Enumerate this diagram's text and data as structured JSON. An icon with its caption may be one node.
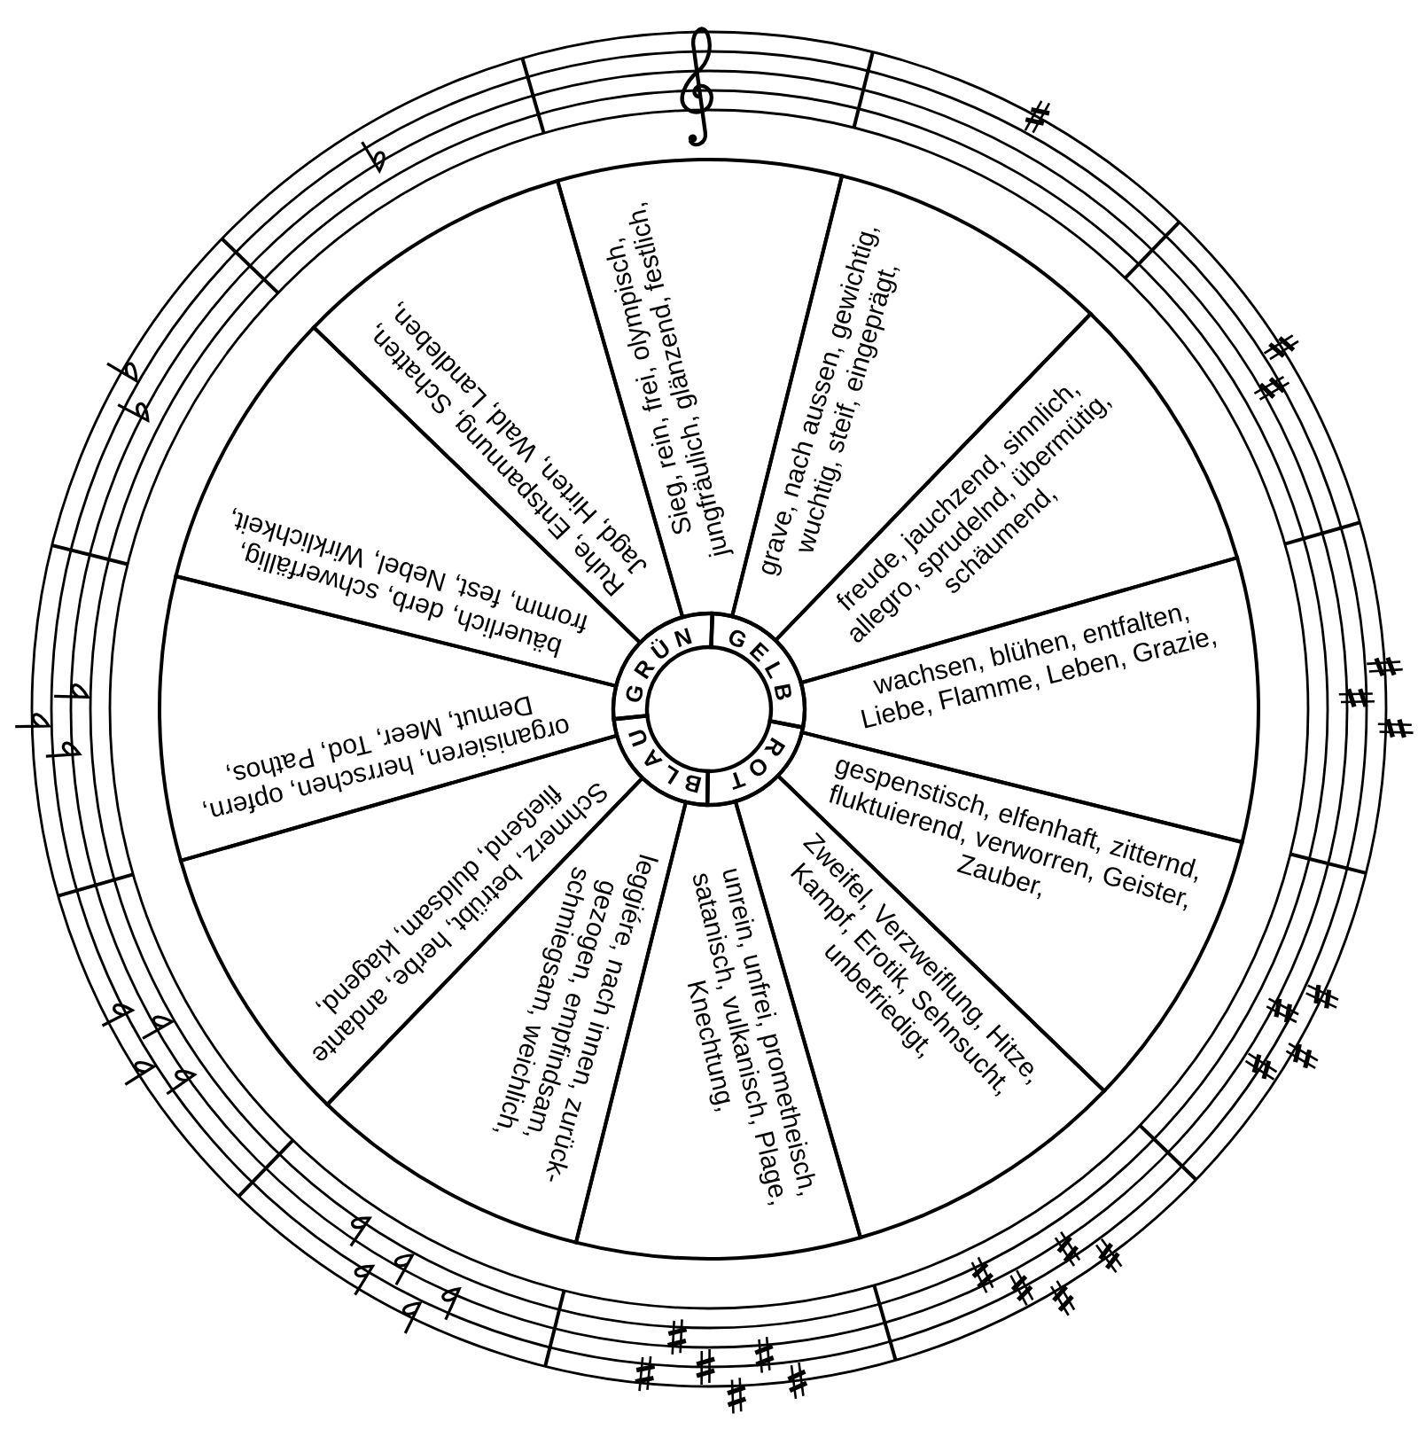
{
  "diagram": {
    "nodes": [
      {
        "text": [
          "Sieg, rein, frei, olympisch, jungfräulich, glänzend, festlich,"
        ]
      },
      {
        "text": [
          "grave, nach aussen, gewichtig, wuchtig, steif, eingeprägt,"
        ]
      },
      {
        "text": [
          "freude, jauchzend, sinnlich, allegro, sprudelnd, übermütig, schäumend,"
        ]
      },
      {
        "text": [
          "wachsen, blühen, entfalten, Liebe, Flamme, Leben, Grazie,"
        ]
      },
      {
        "text": [
          "gespenstisch, elfenhaft, zitternd, fluktuierend, verworren, Geister, Zauber,"
        ]
      },
      {
        "text": [
          "Zweifel, Verzweiflung, Hitze, Kampf, Erotik, Sehnsucht, unbefriedigt,"
        ]
      },
      {
        "text": [
          "unrein, unfrei, prometheisch, satanisch, vulkanisch, Plage, Knechtung,"
        ]
      },
      {
        "text": [
          "leggiére, nach innen, zurück- gezogen, empfindsam, schmiegsam, weichlich,"
        ]
      },
      {
        "text": [
          "Schmerz, betrübt, herbe, andante fließend, duldsam, klagend,"
        ]
      },
      {
        "text": [
          "organisieren, herrschen, opfern, Demut, Meer, Tod, Pathos,"
        ]
      },
      {
        "text": [
          "bäuerlich, derb, schwerfällig, fromm, fest, Nebel, Wirklichkeit,"
        ]
      },
      {
        "text": [
          "Ruhe, Entspannung, Schatten, Jagd, Hirten, Wald, Landleben,"
        ]
      },
      {
        "text": [
          "GRÜN"
        ]
      },
      {
        "text": [
          "GELB"
        ]
      },
      {
        "text": [
          "ROT"
        ]
      },
      {
        "text": [
          "BLAU"
        ]
      }
    ]
  }
}
